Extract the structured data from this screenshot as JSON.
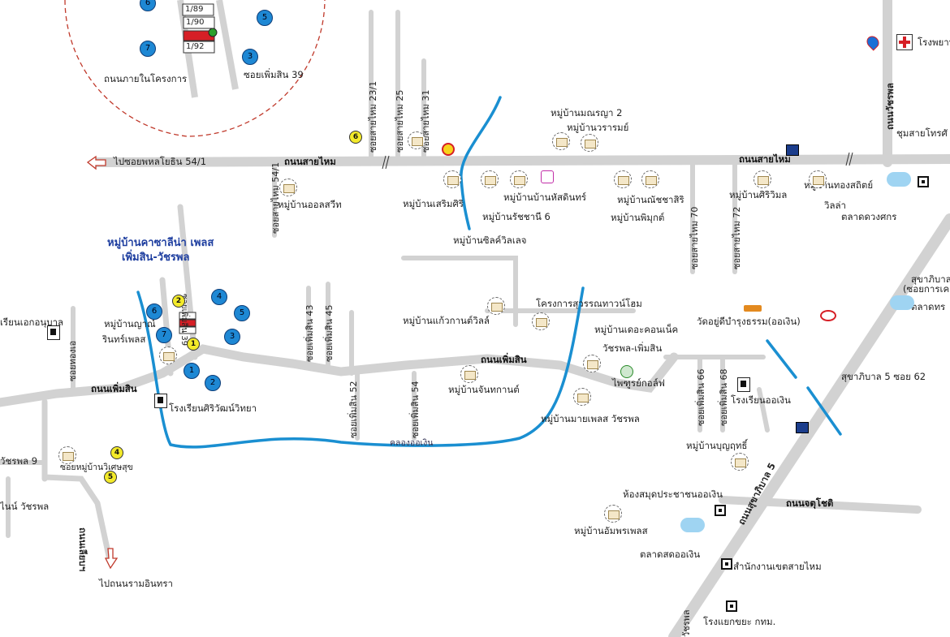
{
  "colors": {
    "road": "#d2d2d2",
    "canal": "#1a8fd1",
    "text": "#222222",
    "title_blue": "#1f3fa0",
    "inset_border": "#c0392b"
  },
  "inset": {
    "units": [
      "1/89",
      "1/90",
      "1/92"
    ],
    "labels": {
      "internal_road": "ถนนภายในโครงการ",
      "soi": "ซอยเพิ่มสิน 39"
    },
    "plot_numbers": [
      "6",
      "5",
      "7",
      "3"
    ]
  },
  "roads": {
    "sai_mai_west": "ถนนสายไหม",
    "sai_mai_east": "ถนนสายไหม",
    "to_phahon": "ไปซอยพหลโยธิน 54/1",
    "phoemsin": "ถนนเพิ่มสิน",
    "phoemsin_west": "ถนนเพิ่มสิน",
    "sukhaphiban5": "ถนนสุขาภิบาล 5",
    "chatuchot": "ถนนจตุโชติ",
    "to_ram_inthra": "ไปถนนรามอินทรา",
    "watcharaphon_road": "ถนนวัชรพล",
    "watcharaphon_bottom": "วัชรพล",
    "rom_klao": "ถนนเลียบฯ",
    "sukhaphiban5_soi62": "สุขาภิบาล 5 ซอย 62",
    "sukhaphiban_right": "สุขาภิบาล",
    "soi_kan_right": "(ซอยการเค",
    "khlong": "คลองออเงิน"
  },
  "sois": {
    "s23_1": "ซอยสายไหม 23/1",
    "s25": "ซอยสายไหม 25",
    "s31": "ซอยสายไหม 31",
    "s54_1": "ซอยสายไหม 54/1",
    "s70": "ซอยสายไหม 70",
    "s72": "ซอยสายไหม 72",
    "p43": "ซอยเพิ่มสิน 43",
    "p45": "ซอยเพิ่มสิน 45",
    "p52": "ซอยเพิ่มสิน 52",
    "p54": "ซอยเพิ่มสิน 54",
    "p66": "ซอยเพิ่มสิน 66",
    "p68": "ซอยเพิ่มสิน 68",
    "p39": "ซอยเพิ่มสิน 39",
    "thongchai": "ซอยทองเอ",
    "watcharaphon9": "วัชรพล 9"
  },
  "project": {
    "title_line1": "หมู่บ้านคาซาลีน่า เพลส",
    "title_line2": "เพิ่มสิน-วัชรพล"
  },
  "places": [
    {
      "id": "monreya",
      "text": "หมู่บ้านมณรญา 2"
    },
    {
      "id": "warame",
      "text": "หมู่บ้านวรารมย์"
    },
    {
      "id": "oolsweet",
      "text": "หมู่บ้านออลสวีท"
    },
    {
      "id": "soemsiri",
      "text": "หมู่บ้านเสริมศิริ"
    },
    {
      "id": "hatsadin",
      "text": "หมู่บ้านบ้านหัสดินทร์"
    },
    {
      "id": "ratchani",
      "text": "หมู่บ้านรัชชานี 6"
    },
    {
      "id": "nacha",
      "text": "หมู่บ้านณัชชาสิริ"
    },
    {
      "id": "phimuk",
      "text": "หมู่บ้านพิมุกต์"
    },
    {
      "id": "siwimon",
      "text": "หมู่บ้านศิริวิมล"
    },
    {
      "id": "thongsathit",
      "text": "หมู่บ้านทองสถิตย์"
    },
    {
      "id": "villa",
      "text": "วิลล่า"
    },
    {
      "id": "talad_duangsak",
      "text": "ตลาดดวงศกร"
    },
    {
      "id": "silk_village",
      "text": "หมู่บ้านซิลค์วิลเลจ"
    },
    {
      "id": "chumsai",
      "text": "ชุมสายโทรศั"
    },
    {
      "id": "hospital",
      "text": "โรงพยาบ"
    },
    {
      "id": "kaewkan",
      "text": "หมู่บ้านแก้วกานต์วิลล์"
    },
    {
      "id": "suwanna_townhome",
      "text": "โครงการสุวรรณทาวน์โฮม"
    },
    {
      "id": "the_connect",
      "text": "หมู่บ้านเดอะคอนเน็ค"
    },
    {
      "id": "the_connect2",
      "text": "วัชรพล-เพิ่มสิน"
    },
    {
      "id": "wat",
      "text": "วัดอยู่ดีบำรุงธรรม(ออเงิน)"
    },
    {
      "id": "golf",
      "text": "ไพฑูรย์กอล์ฟ"
    },
    {
      "id": "chantakan",
      "text": "หมู่บ้านจันทกานต์"
    },
    {
      "id": "my_place",
      "text": "หมู่บ้านมายเพลส วัชรพล"
    },
    {
      "id": "school_ongoen",
      "text": "โรงเรียนออเงิน"
    },
    {
      "id": "bunyarit",
      "text": "หมู่บ้านบุญฤทธิ์"
    },
    {
      "id": "library",
      "text": "ห้องสมุดประชาชนออเงิน"
    },
    {
      "id": "amphon",
      "text": "หมู่บ้านอัมพรเพลส"
    },
    {
      "id": "talad_ongoen",
      "text": "ตลาดสดออเงิน"
    },
    {
      "id": "district",
      "text": "สำนักงานเขตสายไหม"
    },
    {
      "id": "school_siwat",
      "text": "โรงเรียนศิริวัฒน์วิทยา"
    },
    {
      "id": "nanya",
      "text": "หมู่บ้านญาณ์"
    },
    {
      "id": "rin_place",
      "text": "รินทร์เพลส"
    },
    {
      "id": "ek_anuban",
      "text": "เรียนเอกอนุบาล"
    },
    {
      "id": "sor_wattana",
      "text": "ซอยหมู่บ้านวิเศษสุข"
    },
    {
      "id": "fineline",
      "text": "ไนน์ วัชรพล"
    },
    {
      "id": "rongyaek",
      "text": "โรงแยกขยะ กทม."
    },
    {
      "id": "talad_right",
      "text": "ตลาดทร"
    }
  ],
  "numbers": {
    "yellow": [
      "6",
      "2",
      "1",
      "4",
      "5"
    ],
    "blue_main": [
      "6",
      "4",
      "5",
      "7",
      "3",
      "1",
      "2"
    ]
  },
  "icons": [
    "house-icon",
    "school-icon",
    "gas-station-icon",
    "market-icon",
    "temple-icon",
    "bank-icon",
    "hospital-icon",
    "phone-exchange-icon",
    "golf-icon",
    "toyota-icon"
  ]
}
